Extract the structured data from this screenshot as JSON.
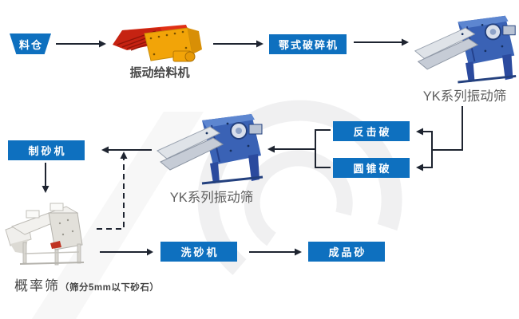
{
  "flow": {
    "silo": "料仓",
    "feeder_label": "振动给料机",
    "jaw_crusher": "鄂式破碎机",
    "yk_screen_top_label": "YK系列振动筛",
    "impact_crusher": "反击破",
    "cone_crusher": "圆锥破",
    "yk_screen_mid_label": "YK系列振动筛",
    "sand_maker": "制砂机",
    "probability_screen_label": "概率筛",
    "probability_screen_note": "（筛分5mm以下砂石）",
    "sand_washer": "洗砂机",
    "finished_sand": "成品砂"
  },
  "images": {
    "feeder": "vibrating-feeder",
    "screen_top": "yk-vibrating-screen",
    "screen_mid": "yk-vibrating-screen",
    "probability_screen": "probability-screen"
  },
  "colors": {
    "box_blue": "#0e70bf",
    "arrow_dark": "#1e2430",
    "caption_gray": "#4d4d4d"
  }
}
